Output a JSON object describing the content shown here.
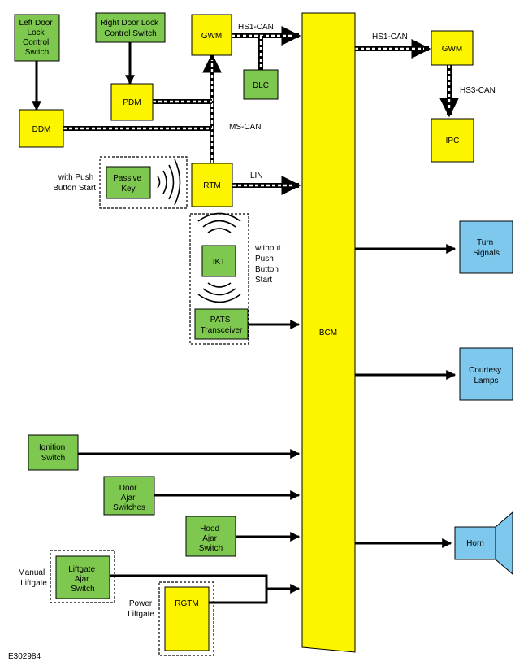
{
  "modules": {
    "left_door_lock_switch": [
      "Left Door",
      "Lock",
      "Control",
      "Switch"
    ],
    "right_door_lock_switch": [
      "Right Door Lock",
      "Control Switch"
    ],
    "gwm_left": "GWM",
    "gwm_right": "GWM",
    "pdm": "PDM",
    "ddm": "DDM",
    "dlc": "DLC",
    "ipc": "IPC",
    "rtm": "RTM",
    "passive_key": [
      "Passive",
      "Key"
    ],
    "ikt": "IKT",
    "pats_transceiver": [
      "PATS",
      "Transceiver"
    ],
    "bcm": "BCM",
    "turn_signals": [
      "Turn",
      "Signals"
    ],
    "courtesy_lamps": [
      "Courtesy",
      "Lamps"
    ],
    "ignition_switch": [
      "Ignition",
      "Switch"
    ],
    "door_ajar_switches": [
      "Door",
      "Ajar",
      "Switches"
    ],
    "hood_ajar_switch": [
      "Hood",
      "Ajar",
      "Switch"
    ],
    "liftgate_ajar_switch": [
      "Liftgate",
      "Ajar",
      "Switch"
    ],
    "rgtm": "RGTM",
    "horn": "Horn"
  },
  "bus_labels": {
    "hs1_can_left": "HS1-CAN",
    "hs1_can_right": "HS1-CAN",
    "hs3_can": "HS3-CAN",
    "ms_can": "MS-CAN",
    "lin": "LIN"
  },
  "annotations": {
    "with_push_button_start": [
      "with Push",
      "Button Start"
    ],
    "without_push_button_start": [
      "without",
      "Push",
      "Button",
      "Start"
    ],
    "manual_liftgate": [
      "Manual",
      "Liftgate"
    ],
    "power_liftgate": [
      "Power",
      "Liftgate"
    ],
    "figure_id": "E302984"
  },
  "colors": {
    "module_yellow": "#fdf500",
    "switch_green": "#7ec850",
    "output_blue": "#7ec8ee"
  }
}
